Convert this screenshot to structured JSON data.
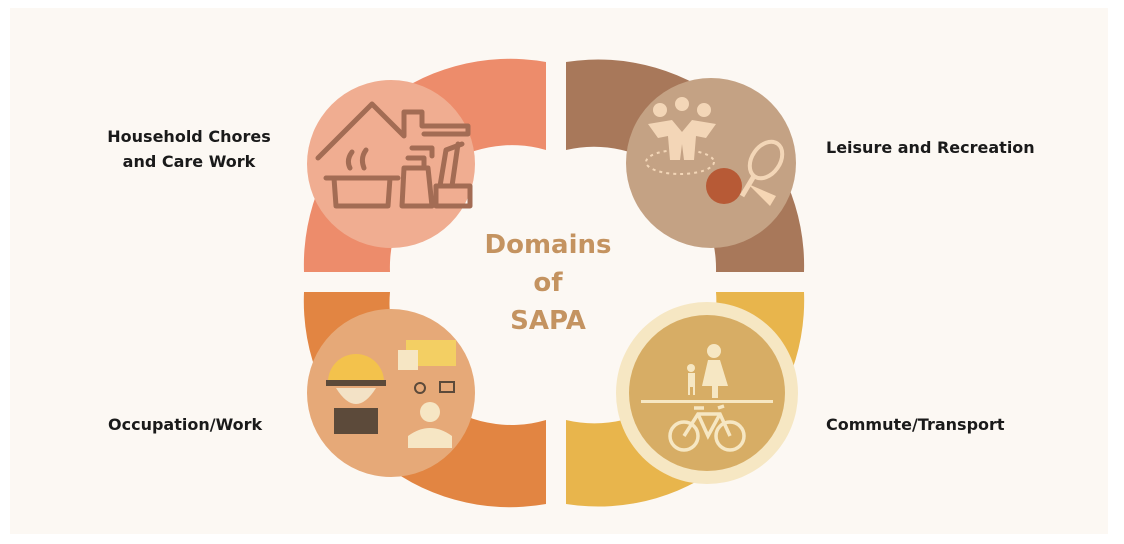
{
  "center": {
    "line1": "Domains",
    "line2": "of",
    "line3": "SAPA"
  },
  "domains": {
    "household": {
      "line1": "Household Chores",
      "line2": "and Care Work"
    },
    "leisure": {
      "label": "Leisure and Recreation"
    },
    "occupation": {
      "label": "Occupation/Work"
    },
    "commute": {
      "label": "Commute/Transport"
    }
  },
  "colors": {
    "background": "#fcf8f3",
    "household_ring": "#ed8c6b",
    "household_circle": "#f0ad91",
    "household_icon": "#a36c54",
    "leisure_ring": "#a8785a",
    "leisure_circle": "#c4a284",
    "leisure_icon": "#f3d6b7",
    "occupation_ring": "#e28542",
    "occupation_circle": "#e6a978",
    "commute_ring": "#e8b54c",
    "commute_circle": "#d7ad65",
    "commute_icon": "#f6e7c3",
    "center_text": "#c49360"
  },
  "icons": {
    "household": [
      "house-roof-icon",
      "cooking-pot-icon",
      "spray-bottle-icon",
      "cleaning-supplies-icon"
    ],
    "leisure": [
      "group-people-icon",
      "tennis-racket-icon",
      "basketball-icon"
    ],
    "occupation": [
      "construction-worker-icon",
      "briefcase-icon",
      "office-worker-icon"
    ],
    "commute": [
      "pedestrian-adult-child-icon",
      "bicycle-icon"
    ]
  }
}
